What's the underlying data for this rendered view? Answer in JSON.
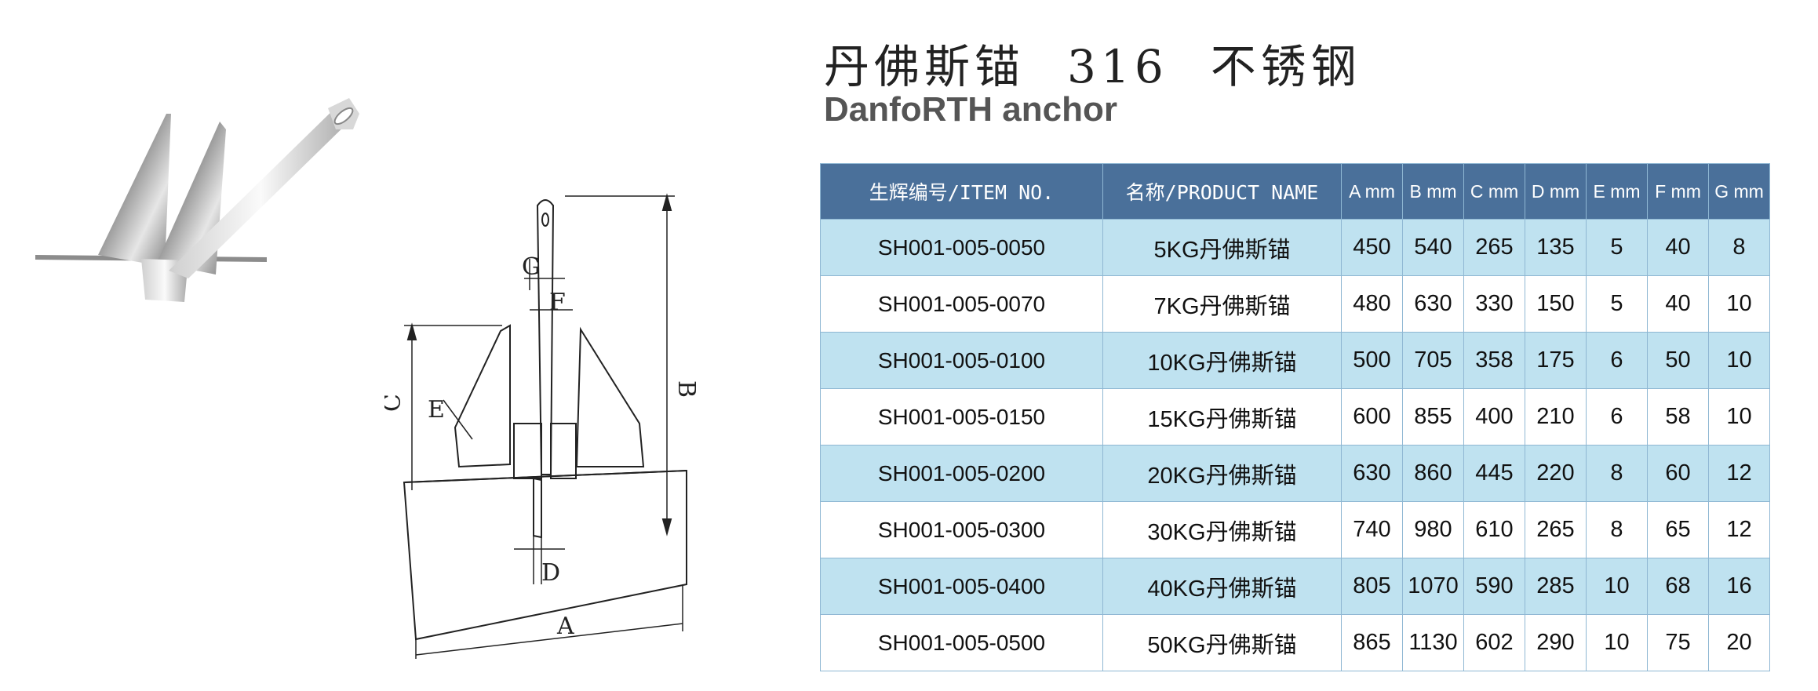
{
  "title_cn": [
    "丹佛斯锚",
    "316",
    "不锈钢"
  ],
  "title_en": "DanfoRTH anchor",
  "diagram": {
    "labels": [
      "A",
      "B",
      "C",
      "D",
      "E",
      "F",
      "G"
    ]
  },
  "table": {
    "headers": [
      "生辉编号/ITEM NO.",
      "名称/PRODUCT NAME",
      "A mm",
      "B mm",
      "C mm",
      "D mm",
      "E mm",
      "F mm",
      "G mm"
    ],
    "rows": [
      [
        "SH001-005-0050",
        "5KG丹佛斯锚",
        "450",
        "540",
        "265",
        "135",
        "5",
        "40",
        "8"
      ],
      [
        "SH001-005-0070",
        "7KG丹佛斯锚",
        "480",
        "630",
        "330",
        "150",
        "5",
        "40",
        "10"
      ],
      [
        "SH001-005-0100",
        "10KG丹佛斯锚",
        "500",
        "705",
        "358",
        "175",
        "6",
        "50",
        "10"
      ],
      [
        "SH001-005-0150",
        "15KG丹佛斯锚",
        "600",
        "855",
        "400",
        "210",
        "6",
        "58",
        "10"
      ],
      [
        "SH001-005-0200",
        "20KG丹佛斯锚",
        "630",
        "860",
        "445",
        "220",
        "8",
        "60",
        "12"
      ],
      [
        "SH001-005-0300",
        "30KG丹佛斯锚",
        "740",
        "980",
        "610",
        "265",
        "8",
        "65",
        "12"
      ],
      [
        "SH001-005-0400",
        "40KG丹佛斯锚",
        "805",
        "1070",
        "590",
        "285",
        "10",
        "68",
        "16"
      ],
      [
        "SH001-005-0500",
        "50KG丹佛斯锚",
        "865",
        "1130",
        "602",
        "290",
        "10",
        "75",
        "20"
      ]
    ]
  }
}
